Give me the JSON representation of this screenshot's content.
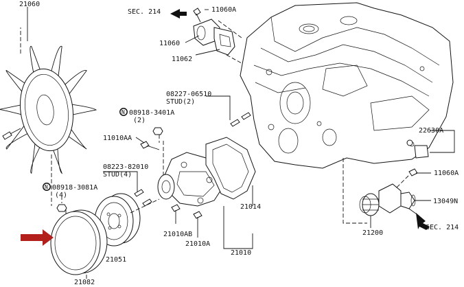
{
  "labels": {
    "fan": "21060",
    "sec214_top": "SEC. 214",
    "bolt_11060A_top": "11060A",
    "outlet_11060": "11060",
    "gasket_11062": "11062",
    "stud_08227": "08227-06510",
    "stud_08227_sub": "STUD(2)",
    "nut_08918_3401A": "08918-3401A",
    "nut_08918_3401A_qty": "(2)",
    "bolt_11010AA": "11010AA",
    "stud_08223": "08223-82010",
    "stud_08223_sub": "STUD(4)",
    "nut_08918_3081A": "08918-3081A",
    "nut_08918_3081A_qty": "(4)",
    "pump_21010": "21010",
    "gasket_21014": "21014",
    "bolt_21010AB": "21010AB",
    "bolt_21010A": "21010A",
    "pulley_21051": "21051",
    "pulley_21082": "21082",
    "sensor_22630A": "22630A",
    "bolt_11060A_right": "11060A",
    "hose_13049N": "13049N",
    "thermostat_21200": "21200",
    "sec214_bottom": "SEC. 214",
    "circle_N": "N"
  },
  "colors": {
    "line": "#111111",
    "arrow_highlight": "#b3201c",
    "background": "#ffffff"
  }
}
